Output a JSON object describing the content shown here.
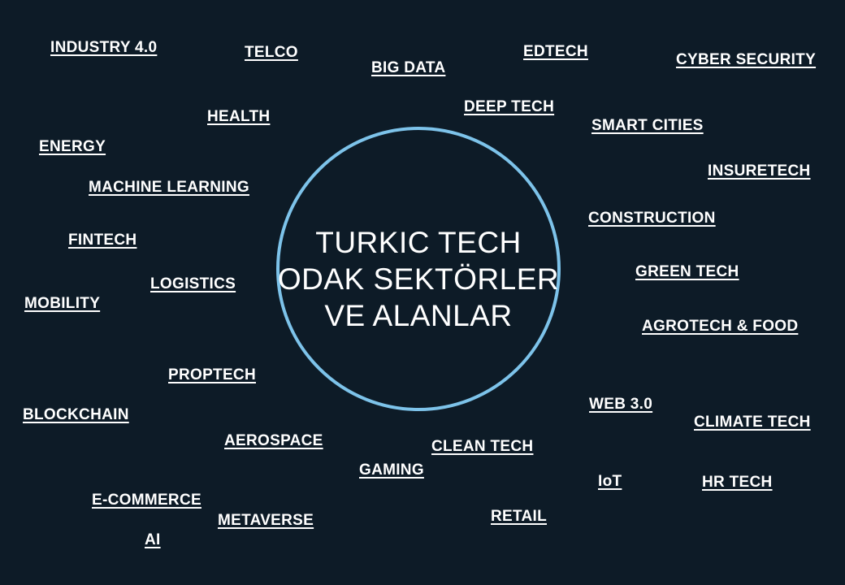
{
  "title": {
    "line1": "TURKIC TECH",
    "line2": "ODAK SEKTÖRLER",
    "line3": "VE ALANLAR"
  },
  "sectors": {
    "industry40": "INDUSTRY 4.0",
    "telco": "TELCO",
    "bigdata": "BIG DATA",
    "edtech": "EDTECH",
    "cybersecurity": "CYBER SECURITY",
    "health": "HEALTH",
    "deeptech": "DEEP TECH",
    "smartcities": "SMART CITIES",
    "energy": "ENERGY",
    "insuretech": "INSURETECH",
    "machinelearning": "MACHINE LEARNING",
    "construction": "CONSTRUCTION",
    "fintech": "FINTECH",
    "greentech": "GREEN TECH",
    "logistics": "LOGISTICS",
    "mobility": "MOBILITY",
    "agrotech": "AGROTECH & FOOD",
    "proptech": "PROPTECH",
    "web3": "WEB 3.0",
    "blockchain": "BLOCKCHAIN",
    "climatetech": "CLIMATE TECH",
    "aerospace": "AEROSPACE",
    "cleantech": "CLEAN TECH",
    "gaming": "GAMING",
    "iot": "IoT",
    "hrtech": "HR TECH",
    "ecommerce": "E-COMMERCE",
    "metaverse": "METAVERSE",
    "retail": "RETAIL",
    "ai": "AI"
  },
  "colors": {
    "background": "#0d1b27",
    "circle": "#7dc3ea",
    "text": "#ffffff"
  }
}
